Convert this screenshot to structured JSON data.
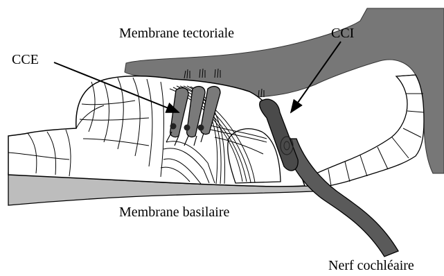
{
  "labels": {
    "tectorial_membrane": "Membrane tectoriale",
    "outer_hair_cells": "CCE",
    "inner_hair_cell": "CCI",
    "basilar_membrane": "Membrane basilaire",
    "cochlear_nerve": "Nerf cochléaire"
  },
  "colors": {
    "tectorial": "#777777",
    "basilar": "#bdbdbd",
    "hair_cell": "#7a7a7a",
    "inner_cell": "#4a4a4a",
    "nerve": "#5a5a5a",
    "line": "#000000"
  }
}
